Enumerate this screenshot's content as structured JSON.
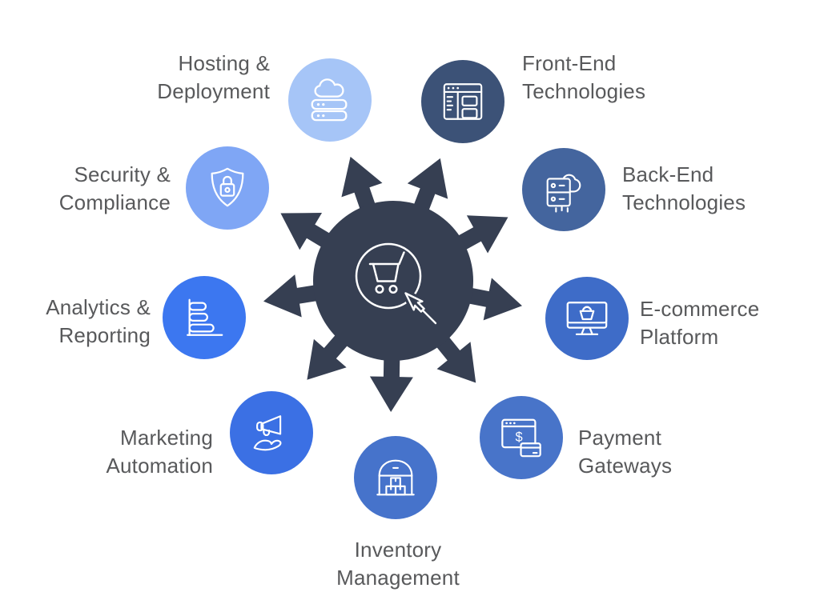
{
  "diagram": {
    "background": "#FFFFFF",
    "text_color": "#58595B",
    "icon_stroke": "#FFFFFF",
    "center": {
      "name": "e-commerce hub",
      "icon": "shopping-cart-cursor-icon",
      "color": "#363F52",
      "arrow_count": 9
    },
    "nodes": [
      {
        "id": "hosting-deployment",
        "lines": [
          "Hosting &",
          "Deployment"
        ],
        "icon": "cloud-servers-icon",
        "color": "#A6C5F7"
      },
      {
        "id": "front-end-technologies",
        "lines": [
          "Front-End",
          "Technologies"
        ],
        "icon": "browser-layout-icon",
        "color": "#3C5277"
      },
      {
        "id": "back-end-technologies",
        "lines": [
          "Back-End",
          "Technologies"
        ],
        "icon": "server-cloud-icon",
        "color": "#44659E"
      },
      {
        "id": "e-commerce-platform",
        "lines": [
          "E-commerce",
          "Platform"
        ],
        "icon": "monitor-basket-icon",
        "color": "#3E6CC8"
      },
      {
        "id": "payment-gateways",
        "lines": [
          "Payment",
          "Gateways"
        ],
        "icon": "payment-card-icon",
        "color": "#4874C9",
        "glyph": "$"
      },
      {
        "id": "inventory-management",
        "lines": [
          "Inventory",
          "Management"
        ],
        "icon": "warehouse-boxes-icon",
        "color": "#4673CB"
      },
      {
        "id": "marketing-automation",
        "lines": [
          "Marketing",
          "Automation"
        ],
        "icon": "megaphone-hand-icon",
        "color": "#3B70E4"
      },
      {
        "id": "analytics-reporting",
        "lines": [
          "Analytics &",
          "Reporting"
        ],
        "icon": "bar-chart-icon",
        "color": "#3C77F0"
      },
      {
        "id": "security-compliance",
        "lines": [
          "Security &",
          "Compliance"
        ],
        "icon": "shield-lock-icon",
        "color": "#7FA6F5"
      }
    ]
  }
}
